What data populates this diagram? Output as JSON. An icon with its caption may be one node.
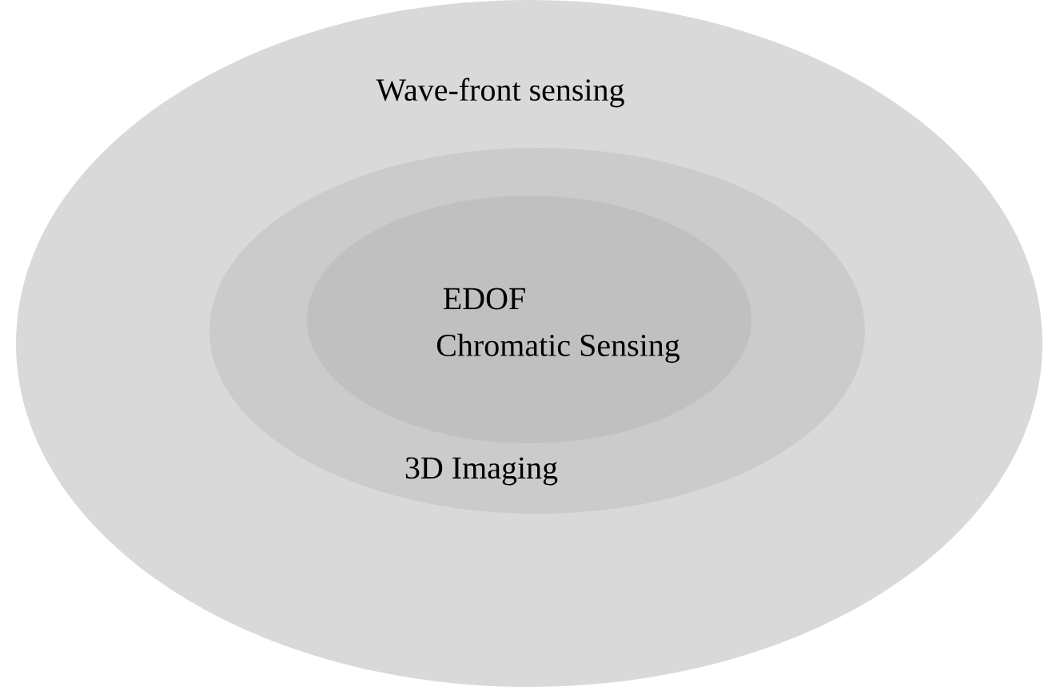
{
  "diagram": {
    "nodes": [
      {
        "text": [
          "Wave-front sensing"
        ]
      },
      {
        "text": [
          "3D Imaging"
        ],
        "in": 0
      },
      {
        "text": [
          "EDOF",
          "Chromatic Sensing"
        ],
        "in": 1
      }
    ]
  }
}
